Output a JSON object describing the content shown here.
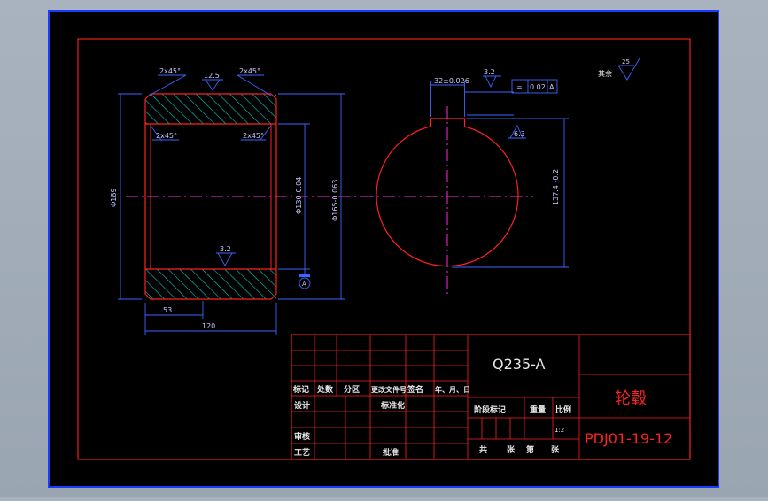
{
  "title_block": {
    "material": "Q235-A",
    "part_name": "轮毂",
    "drawing_no": "PDJ01-19-12",
    "scale_value": "1:2",
    "header_labels": [
      "标记",
      "处数",
      "分区",
      "更改文件号",
      "签名",
      "年、月、日"
    ],
    "row_design": "设计",
    "row_standard": "标准化",
    "row_stage": "阶段标记",
    "row_weight": "重量",
    "row_scale": "比例",
    "row_check": "审核",
    "row_process": "工艺",
    "row_approve": "批准",
    "row_sheets": [
      "共",
      "张",
      "第",
      "张"
    ]
  },
  "roughness_rest": "其余",
  "dims": {
    "chamfer_tl": "2x45°",
    "chamfer_tr": "2x45°",
    "chamfer_bl": "2x45°",
    "chamfer_br": "2x45°",
    "rough_top": "12.5",
    "rough_bore": "3.2",
    "rough_key": "3.2",
    "rough_key2": "6.3",
    "rough_rest": "25",
    "dia_outer": "Φ189",
    "dia_bore": "Φ130-0.04",
    "dia_fit": "Φ165-0.063",
    "len_53": "53",
    "len_120": "120",
    "key_width": "32±0.026",
    "key_depth": "137.4 -0.2",
    "datum": "A",
    "tol_sym": "=",
    "tol_val": "0.02",
    "tol_ref": "A"
  }
}
